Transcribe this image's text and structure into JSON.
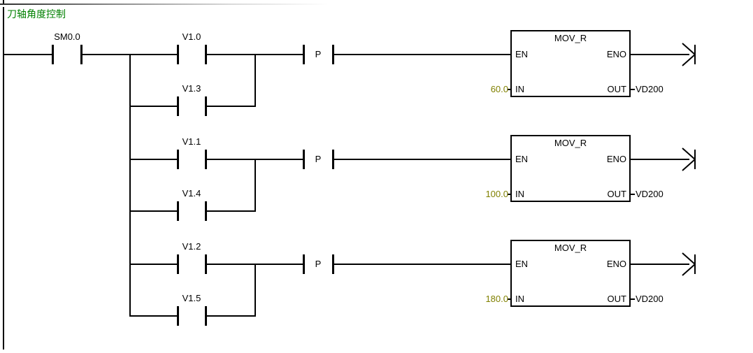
{
  "header": {
    "network_title": "刀轴角度控制"
  },
  "network": {
    "rail_contact": {
      "label": "SM0.0"
    },
    "block_pins": {
      "en": "EN",
      "eno": "ENO",
      "in": "IN",
      "out": "OUT"
    },
    "rungs": [
      {
        "contact_top": "V1.0",
        "contact_bottom": "V1.3",
        "edge_contact": "P",
        "block_name": "MOV_R",
        "in_value": "60.0",
        "out_operand": "VD200"
      },
      {
        "contact_top": "V1.1",
        "contact_bottom": "V1.4",
        "edge_contact": "P",
        "block_name": "MOV_R",
        "in_value": "100.0",
        "out_operand": "VD200"
      },
      {
        "contact_top": "V1.2",
        "contact_bottom": "V1.5",
        "edge_contact": "P",
        "block_name": "MOV_R",
        "in_value": "180.0",
        "out_operand": "VD200"
      }
    ]
  },
  "colors": {
    "network_title_green": "#008000",
    "constant_value_olive": "#808000",
    "wire_black": "#000000",
    "background": "#ffffff"
  }
}
